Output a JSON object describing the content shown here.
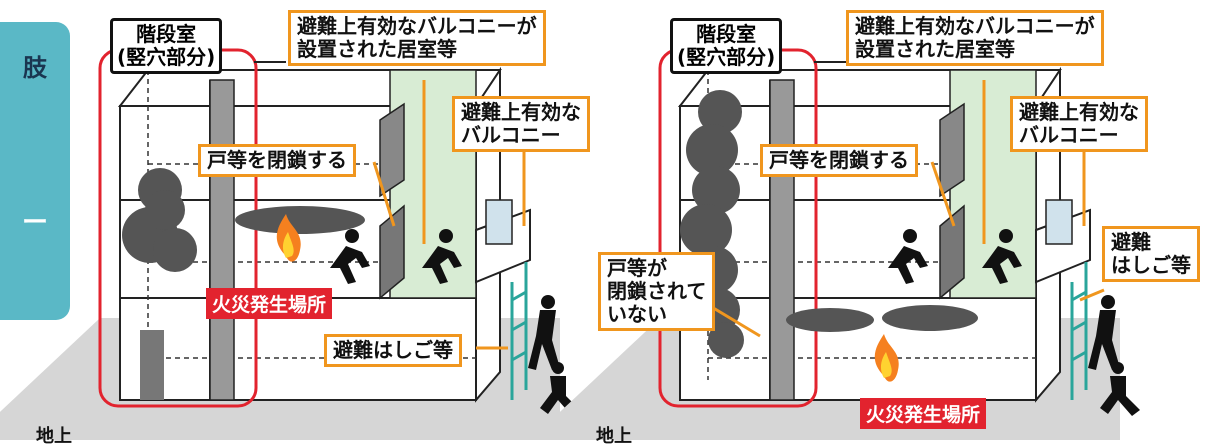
{
  "side_tab": {
    "text_top": "肢",
    "text_bottom": "ー",
    "color": "#5ab8c6"
  },
  "colors": {
    "callout_border": "#f0961e",
    "fire_label_bg": "#e2232e",
    "stair_outline": "#e2232e",
    "balcony_room": "#d8ecd4",
    "ladder": "#2aa59b",
    "smoke": "#555555",
    "ground": "#d6d6d6"
  },
  "left_panel": {
    "stairwell_label": "階段室\n(竪穴部分)",
    "balcony_room_label": "避難上有効なバルコニーが\n設置された居室等",
    "balcony_label": "避難上有効な\nバルコニー",
    "close_door_label": "戸等を閉鎖する",
    "fire_label": "火災発生場所",
    "ladder_label": "避難はしご等",
    "ground_label": "地上"
  },
  "right_panel": {
    "stairwell_label": "階段室\n(竪穴部分)",
    "balcony_room_label": "避難上有効なバルコニーが\n設置された居室等",
    "balcony_label": "避難上有効な\nバルコニー",
    "close_door_label": "戸等を閉鎖する",
    "door_not_closed_label": "戸等が\n閉鎖されて\nいない",
    "ladder_label": "避難\nはしご等",
    "fire_label": "火災発生場所",
    "ground_label": "地上"
  }
}
